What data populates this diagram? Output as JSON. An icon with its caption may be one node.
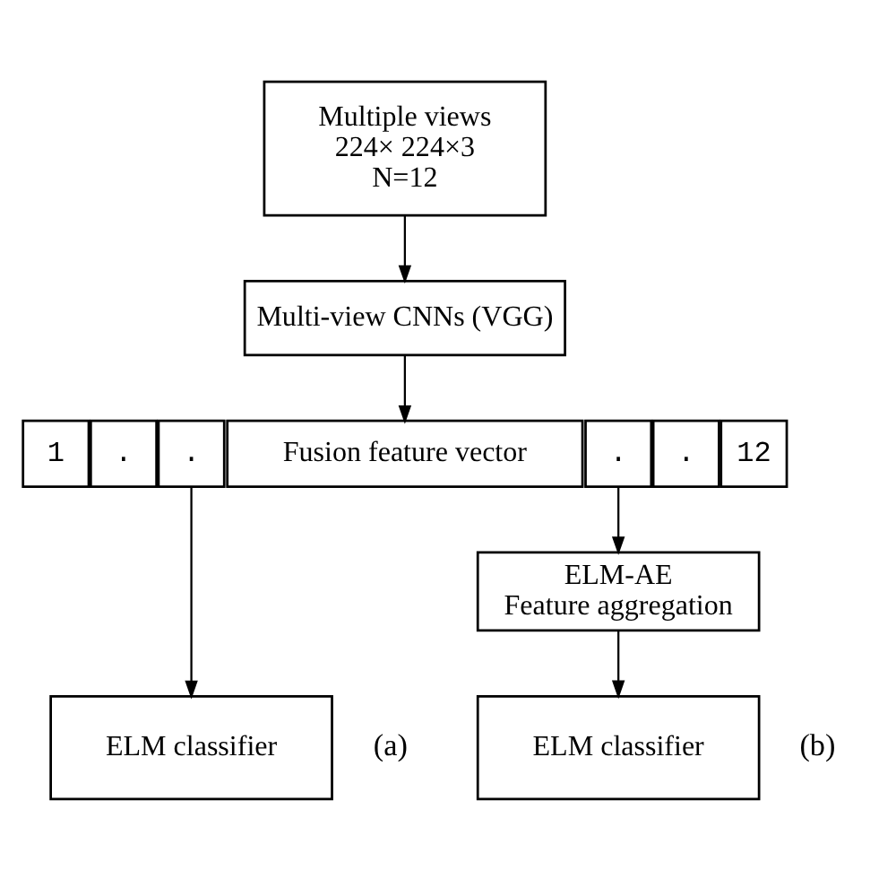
{
  "diagram": {
    "nodes": [
      {
        "text": [
          "Multiple views",
          "224× 224×3",
          "N=12"
        ]
      },
      {
        "text": [
          "Multi-view CNNs (VGG)"
        ]
      },
      {
        "text": [
          "1"
        ]
      },
      {
        "text": [
          "."
        ]
      },
      {
        "text": [
          "."
        ]
      },
      {
        "text": [
          "Fusion feature vector"
        ]
      },
      {
        "text": [
          "."
        ]
      },
      {
        "text": [
          "."
        ]
      },
      {
        "text": [
          "12"
        ]
      },
      {
        "text": [
          "ELM-AE",
          "Feature aggregation"
        ]
      },
      {
        "text": [
          "ELM classifier"
        ]
      },
      {
        "text": [
          "ELM classifier"
        ]
      }
    ],
    "edges": [
      {
        "from": 0,
        "to": 1,
        "arrow": "to"
      },
      {
        "from": 1,
        "to": 5,
        "arrow": "to"
      },
      {
        "from": 4,
        "to": 10,
        "arrow": "to"
      },
      {
        "from": 6,
        "to": 9,
        "arrow": "to"
      },
      {
        "from": 9,
        "to": 11,
        "arrow": "to"
      }
    ],
    "labels": [
      "(a)",
      "(b)"
    ]
  }
}
